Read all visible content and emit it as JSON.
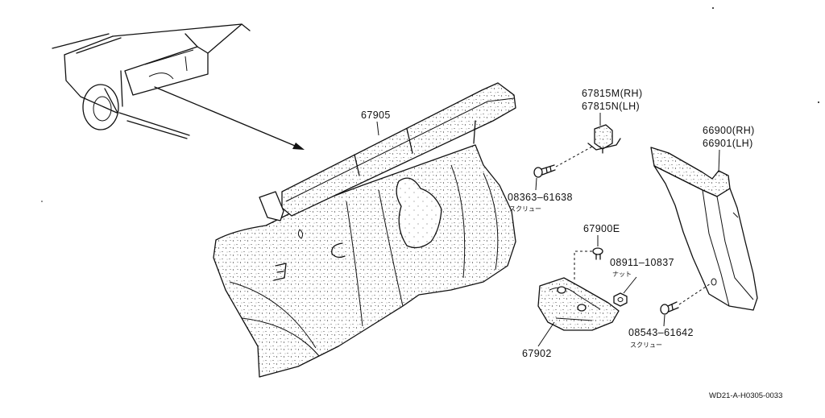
{
  "labels": {
    "panel": "67905",
    "retainer_rh": "67815M(RH)",
    "retainer_lh": "67815N(LH)",
    "trim_rh": "66900(RH)",
    "trim_lh": "66901(LH)",
    "screw_upper": "08363–61638",
    "screw_upper_note": "スクリュー",
    "clip": "67900E",
    "nut": "08911–10837",
    "nut_note": "ナット",
    "screw_lower": "08543–61642",
    "screw_lower_note": "スクリュー",
    "bracket": "67902"
  },
  "drawing_code": "WD21-A-H0305-0033"
}
